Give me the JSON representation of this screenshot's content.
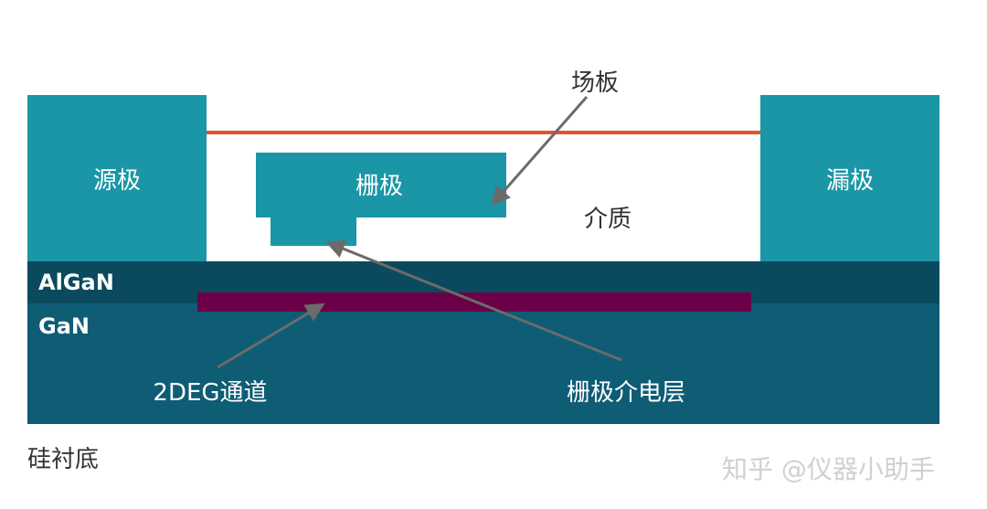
{
  "labels": {
    "source": "源极",
    "drain": "漏极",
    "gate": "栅极",
    "dielectric": "介质",
    "field_plate": "场板",
    "algan": "AlGaN",
    "gan": "GaN",
    "channel": "2DEG通道",
    "gate_dielectric": "栅极介电层",
    "substrate": "硅衬底"
  },
  "watermark": "知乎 @仪器小助手",
  "colors": {
    "electrode": "#1a96a6",
    "field_plate": "#e9512a",
    "algan": "#0b4a5e",
    "gan": "#0f5c75",
    "channel_2deg": "#6b0048",
    "arrow": "#6b6b6b"
  }
}
